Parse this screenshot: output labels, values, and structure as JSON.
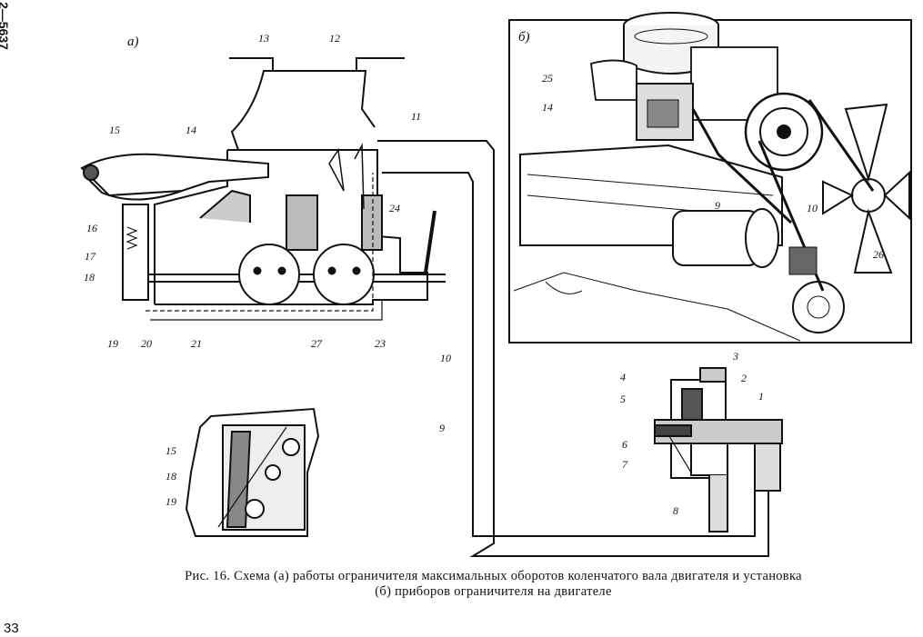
{
  "side_code": "2—5637",
  "page_number": "33",
  "caption": {
    "line1": "Рис. 16. Схема (а) работы ограничителя максимальных оборотов коленчатого вала двигателя и установка",
    "line2": "(б) приборов ограничителя на двигателе"
  },
  "panel_a": {
    "letter": "а)",
    "labels": [
      "13",
      "12",
      "11",
      "15",
      "14",
      "24",
      "16",
      "17",
      "18",
      "19",
      "20",
      "21",
      "27",
      "23",
      "10"
    ]
  },
  "panel_b": {
    "letter": "б)",
    "labels": [
      "25",
      "14",
      "9",
      "10",
      "26"
    ]
  },
  "detail_bottom": {
    "labels": [
      "15",
      "18",
      "19"
    ]
  },
  "valve": {
    "labels": [
      "3",
      "4",
      "2",
      "5",
      "1",
      "6",
      "7",
      "8"
    ]
  },
  "pipe_label": "9"
}
